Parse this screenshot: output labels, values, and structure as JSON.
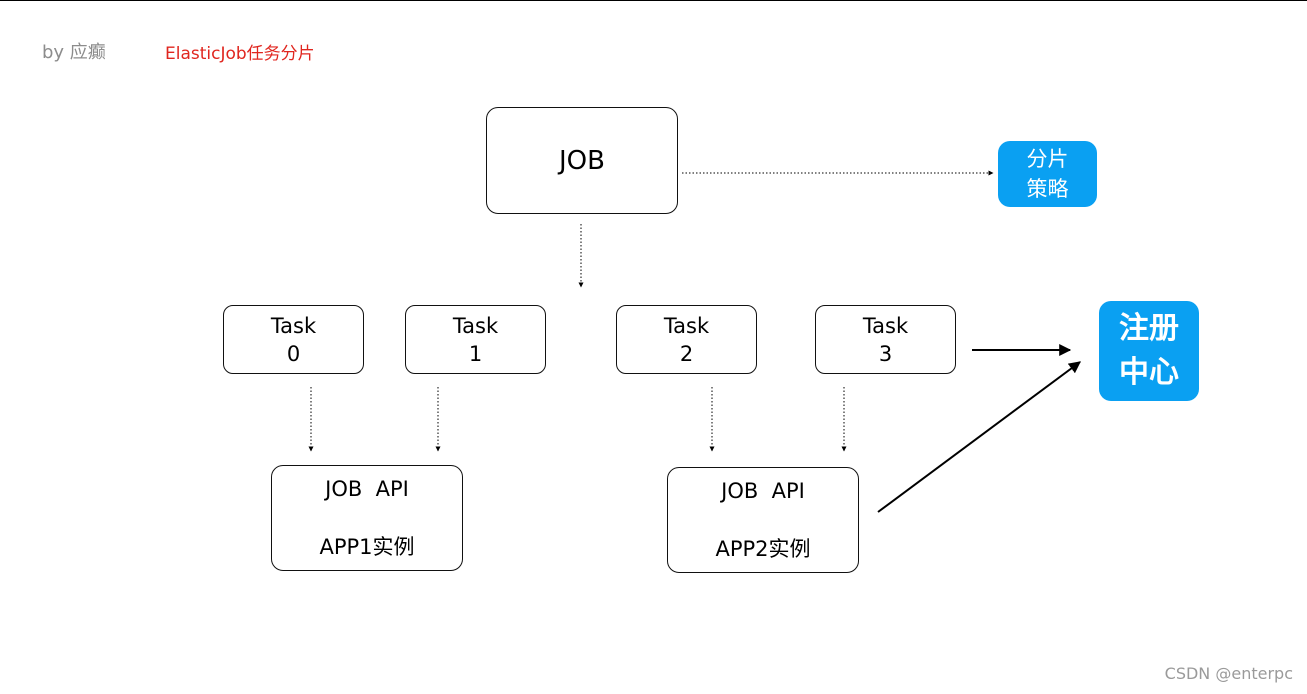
{
  "header": {
    "author": "by 应癫",
    "title": "ElasticJob任务分片"
  },
  "job": {
    "label": "JOB"
  },
  "strategy": {
    "line1": "分片",
    "line2": "策略"
  },
  "registry": {
    "line1": "注册",
    "line2": "中心"
  },
  "tasks": [
    {
      "line1": "Task",
      "line2": "0"
    },
    {
      "line1": "Task",
      "line2": "1"
    },
    {
      "line1": "Task",
      "line2": "2"
    },
    {
      "line1": "Task",
      "line2": "3"
    }
  ],
  "instances": [
    {
      "line1": "JOB  API",
      "line2": "APP1实例"
    },
    {
      "line1": "JOB  API",
      "line2": "APP2实例"
    }
  ],
  "footer": {
    "watermark": "CSDN @enterpc"
  },
  "colors": {
    "accent_blue": "#0aa0f2",
    "title_red": "#e0261f"
  }
}
